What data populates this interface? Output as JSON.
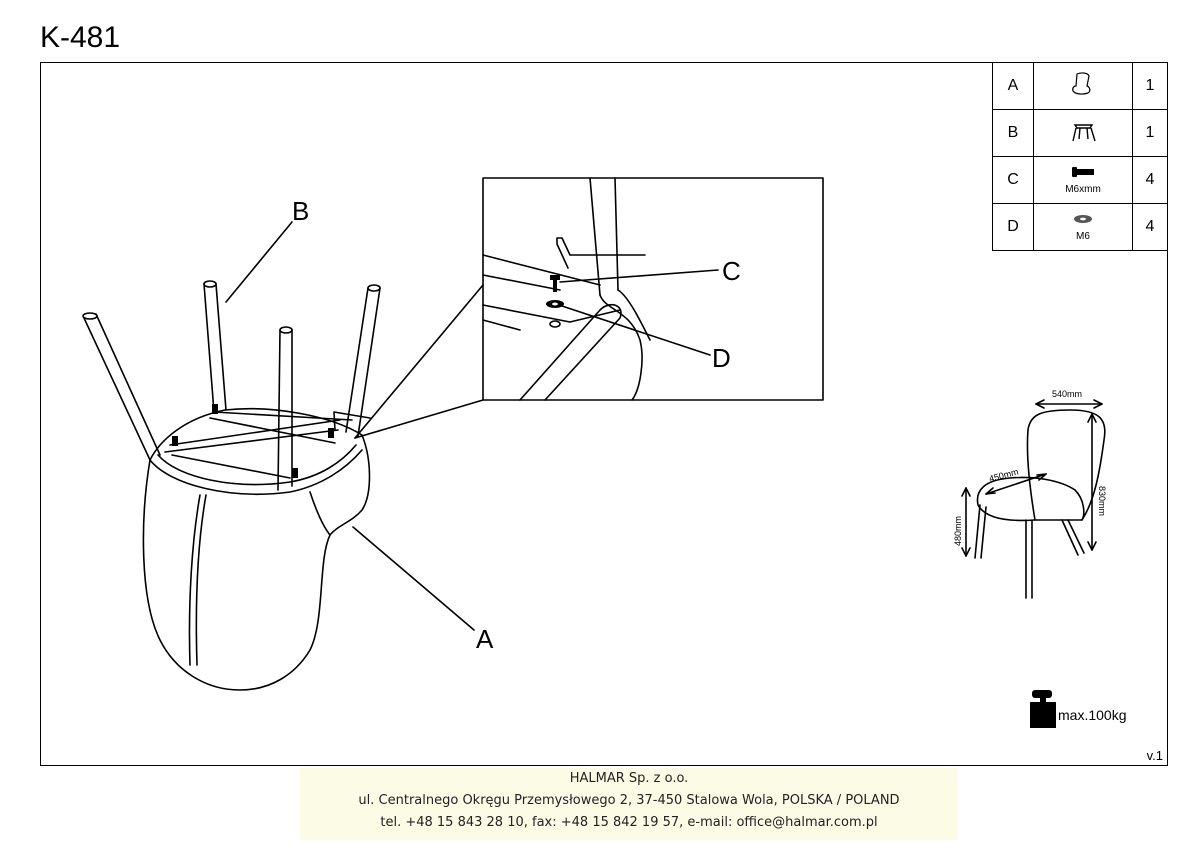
{
  "model": "K-481",
  "version": "v.1",
  "callouts": {
    "a": "A",
    "b": "B",
    "c": "C",
    "d": "D"
  },
  "parts": [
    {
      "letter": "A",
      "icon": "seat-shell-icon",
      "caption": "",
      "qty": "1"
    },
    {
      "letter": "B",
      "icon": "leg-frame-icon",
      "caption": "",
      "qty": "1"
    },
    {
      "letter": "C",
      "icon": "bolt-icon",
      "caption": "M6xmm",
      "qty": "4"
    },
    {
      "letter": "D",
      "icon": "washer-icon",
      "caption": "M6",
      "qty": "4"
    }
  ],
  "dimensions": {
    "width": "540mm",
    "depth": "450mm",
    "height": "830mm",
    "seat_height": "480mm"
  },
  "max_load": "max.100kg",
  "footer": {
    "company": "HALMAR Sp. z o.o.",
    "address": "ul. Centralnego Okręgu Przemysłowego 2, 37-450 Stalowa Wola, POLSKA / POLAND",
    "contact": "tel. +48 15 843 28 10, fax: +48 15 842 19 57, e-mail: office@halmar.com.pl"
  }
}
